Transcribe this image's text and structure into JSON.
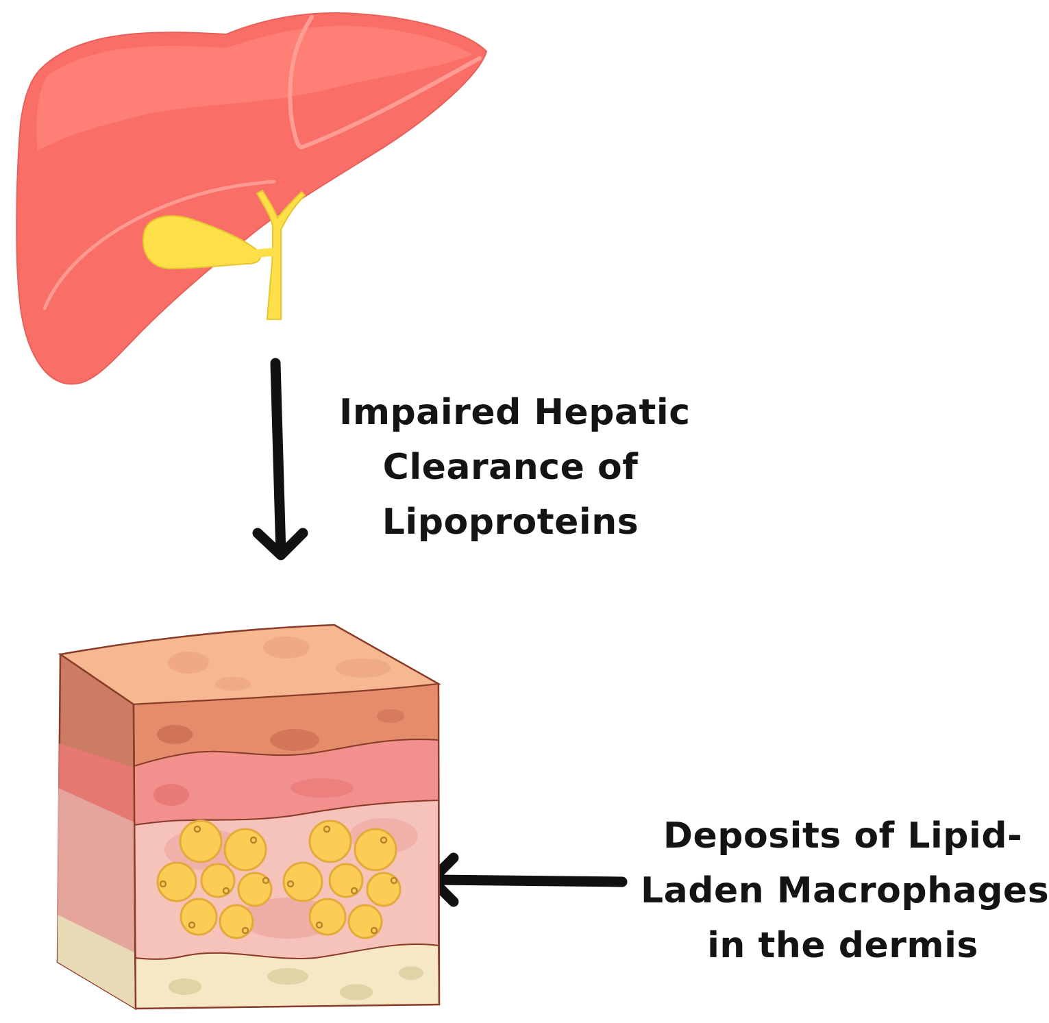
{
  "labels": {
    "hepatic": [
      "Impaired Hepatic",
      "Clearance of",
      "Lipoproteins"
    ],
    "dermis": [
      "Deposits of Lipid-",
      "Laden Macrophages",
      "in the dermis"
    ]
  },
  "colors": {
    "liver": "#f9706a",
    "liver_highlight": "#ff8c84",
    "gallbladder": "#fde047",
    "skin_top": "#e8946e",
    "epidermis": "#f0928f",
    "dermis": "#f4c0b8",
    "fat_layer": "#f4e6c2",
    "macrophage": "#fccd55",
    "arrow": "#111111"
  },
  "icons": [
    "liver-icon",
    "skin-cross-section-icon",
    "down-arrow-icon",
    "left-arrow-icon"
  ]
}
